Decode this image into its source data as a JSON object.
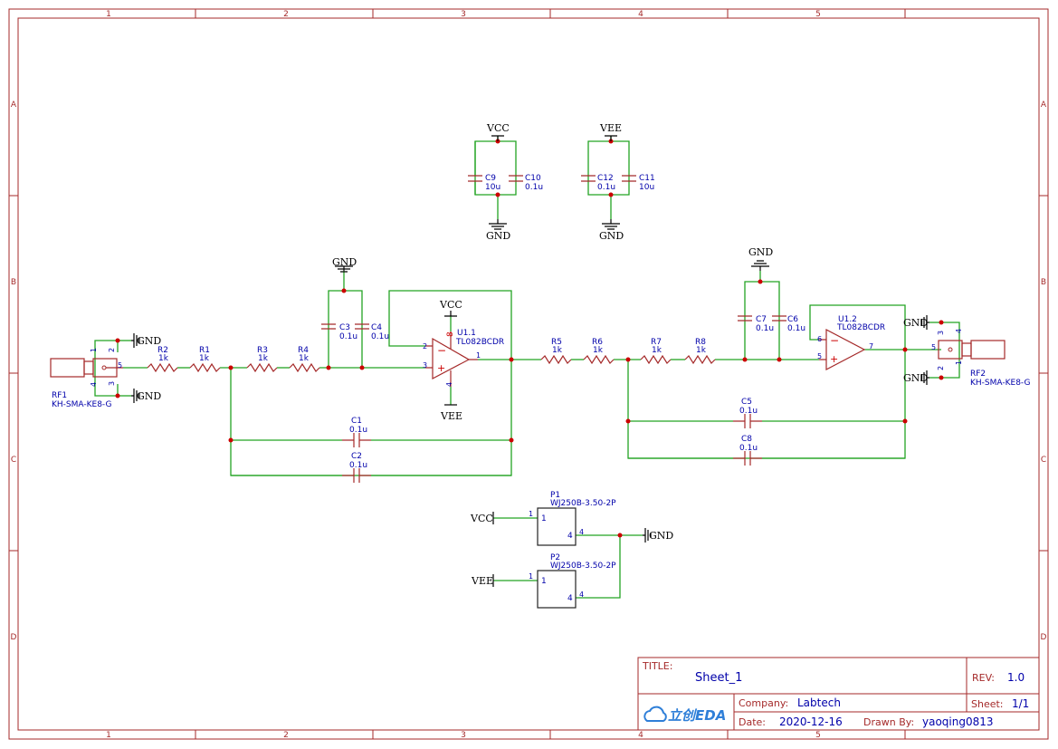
{
  "frame": {
    "columns": [
      "1",
      "2",
      "3",
      "4",
      "5"
    ],
    "rows": [
      "A",
      "B",
      "C",
      "D"
    ]
  },
  "title_block": {
    "title_label": "TITLE:",
    "title": "Sheet_1",
    "rev_label": "REV:",
    "rev": "1.0",
    "company_label": "Company:",
    "company": "Labtech",
    "sheet_label": "Sheet:",
    "sheet": "1/1",
    "date_label": "Date:",
    "date": "2020-12-16",
    "drawn_label": "Drawn By:",
    "drawn": "yaoqing0813",
    "logo_text": "立创EDA"
  },
  "nets": {
    "vcc": "VCC",
    "vee": "VEE",
    "gnd": "GND"
  },
  "connectors": {
    "rf1": {
      "ref": "RF1",
      "value": "KH-SMA-KE8-G",
      "pins": [
        "1",
        "2",
        "3",
        "4",
        "5"
      ]
    },
    "rf2": {
      "ref": "RF2",
      "value": "KH-SMA-KE8-G",
      "pins": [
        "1",
        "2",
        "3",
        "4",
        "5"
      ]
    },
    "p1": {
      "ref": "P1",
      "value": "WJ250B-3.50-2P",
      "pins": [
        "1",
        "4"
      ]
    },
    "p2": {
      "ref": "P2",
      "value": "WJ250B-3.50-2P",
      "pins": [
        "1",
        "4"
      ]
    }
  },
  "resistors": [
    {
      "ref": "R2",
      "value": "1k"
    },
    {
      "ref": "R1",
      "value": "1k"
    },
    {
      "ref": "R3",
      "value": "1k"
    },
    {
      "ref": "R4",
      "value": "1k"
    },
    {
      "ref": "R5",
      "value": "1k"
    },
    {
      "ref": "R6",
      "value": "1k"
    },
    {
      "ref": "R7",
      "value": "1k"
    },
    {
      "ref": "R8",
      "value": "1k"
    }
  ],
  "capacitors": [
    {
      "ref": "C9",
      "value": "10u"
    },
    {
      "ref": "C10",
      "value": "0.1u"
    },
    {
      "ref": "C12",
      "value": "0.1u"
    },
    {
      "ref": "C11",
      "value": "10u"
    },
    {
      "ref": "C3",
      "value": "0.1u"
    },
    {
      "ref": "C4",
      "value": "0.1u"
    },
    {
      "ref": "C7",
      "value": "0.1u"
    },
    {
      "ref": "C6",
      "value": "0.1u"
    },
    {
      "ref": "C1",
      "value": "0.1u"
    },
    {
      "ref": "C2",
      "value": "0.1u"
    },
    {
      "ref": "C5",
      "value": "0.1u"
    },
    {
      "ref": "C8",
      "value": "0.1u"
    }
  ],
  "opamps": {
    "u1_1": {
      "ref": "U1.1",
      "value": "TL082BCDR",
      "pins": [
        "2",
        "3",
        "1",
        "8",
        "4"
      ]
    },
    "u1_2": {
      "ref": "U1.2",
      "value": "TL082BCDR",
      "pins": [
        "6",
        "5",
        "7"
      ]
    }
  }
}
